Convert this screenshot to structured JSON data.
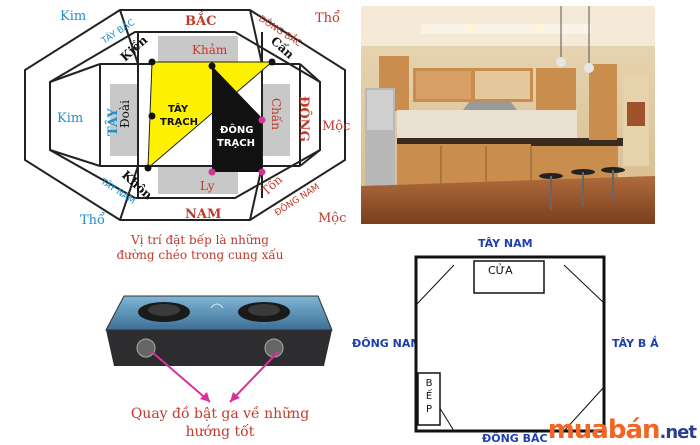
{
  "bagua": {
    "outer_labels": {
      "kim_top": "Kim",
      "tho_top": "Thổ",
      "kim_left": "Kim",
      "moc_right": "Mộc",
      "tho_bottom": "Thổ",
      "moc_bottom": "Mộc"
    },
    "directions": {
      "tay_bac": "TÂY BẮC",
      "bac": "BẮC",
      "dong_bac": "ĐÔNG BẮC",
      "tay": "TÂY",
      "dong": "ĐÔNG",
      "tay_nam": "TÂY NAM",
      "nam": "NAM",
      "dong_nam": "ĐÔNG NAM"
    },
    "trigrams": {
      "kien": "Kiền",
      "kham": "Khảm",
      "can": "Cấn",
      "doai": "Đoài",
      "chan": "Chấn",
      "khon": "Khôn",
      "ly": "Ly",
      "ton": "Tốn"
    },
    "zones": {
      "tay_trach": [
        "TÂY",
        "TRẠCH"
      ],
      "dong_trach": [
        "ĐÔNG",
        "TRẠCH"
      ]
    },
    "caption": [
      "Vị trí đặt bếp là những",
      "đường chéo trong cung xấu"
    ]
  },
  "stove": {
    "caption": [
      "Quay đồ bật ga về những",
      "hướng tốt"
    ]
  },
  "floorplan": {
    "top": "TÂY NAM",
    "left": "ĐÔNG NAM",
    "right": "TÂY B Ắ",
    "bottom": "ĐÔNG BẮC",
    "door": "CỬA",
    "kitchen": [
      "B",
      "Ế",
      "P"
    ]
  },
  "watermark": {
    "brand": "muabán",
    "tld": "net"
  },
  "colors": {
    "red": "#c0392b",
    "blue": "#1f8fd0",
    "yellow": "#fff200",
    "gray": "#c8c8c8",
    "magenta": "#d6339a",
    "plan_blue": "#1f3fb0",
    "watermark_orange": "#f26522"
  }
}
